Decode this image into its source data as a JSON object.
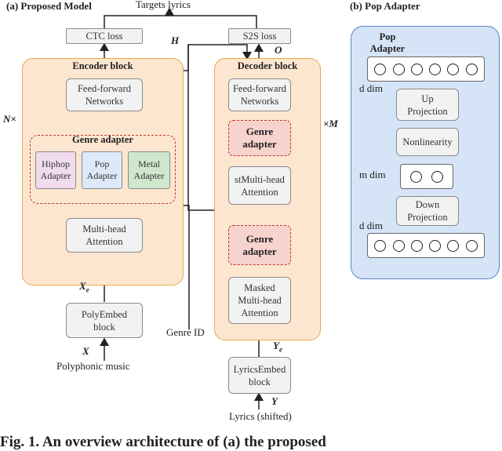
{
  "panel_a": {
    "title": "(a) Proposed Model",
    "targets": "Targets lyrics",
    "ctc_loss": "CTC loss",
    "s2s_loss": "S2S loss",
    "h_label": "H",
    "o_label": "O",
    "n_label": "N×",
    "m_label": "×M",
    "encoder": {
      "title": "Encoder block",
      "ffn": "Feed-forward\nNetworks",
      "genre_adapter_title": "Genre adapter",
      "adapters": [
        "Hiphop\nAdapter",
        "Pop\nAdapter",
        "Metal\nAdapter"
      ],
      "mha": "Multi-head\nAttention"
    },
    "decoder": {
      "title": "Decoder block",
      "ffn": "Feed-forward\nNetworks",
      "genre_adapter_1": "Genre\nadapter",
      "st_mha": "stMulti-head\nAttention",
      "genre_adapter_2": "Genre\nadapter",
      "masked_mha": "Masked\nMulti-head\nAttention"
    },
    "polyembed": "PolyEmbed\nblock",
    "x_e": "X",
    "x_e_sub": "e",
    "x": "X",
    "poly_music": "Polyphonic music",
    "genre_id": "Genre ID",
    "y_e": "Y",
    "y_e_sub": "e",
    "lyrics_embed": "LyricsEmbed\nblock",
    "y": "Y",
    "lyrics_shifted": "Lyrics (shifted)"
  },
  "panel_b": {
    "title": "(b) Pop Adapter",
    "pop_adapter": "Pop\nAdapter",
    "up": "Up\nProjection",
    "nonlinearity": "Nonlinearity",
    "down": "Down\nProjection",
    "d_dim": "d dim",
    "m_dim": "m dim"
  },
  "caption": "Fig. 1. An overview architecture of (a) the proposed"
}
